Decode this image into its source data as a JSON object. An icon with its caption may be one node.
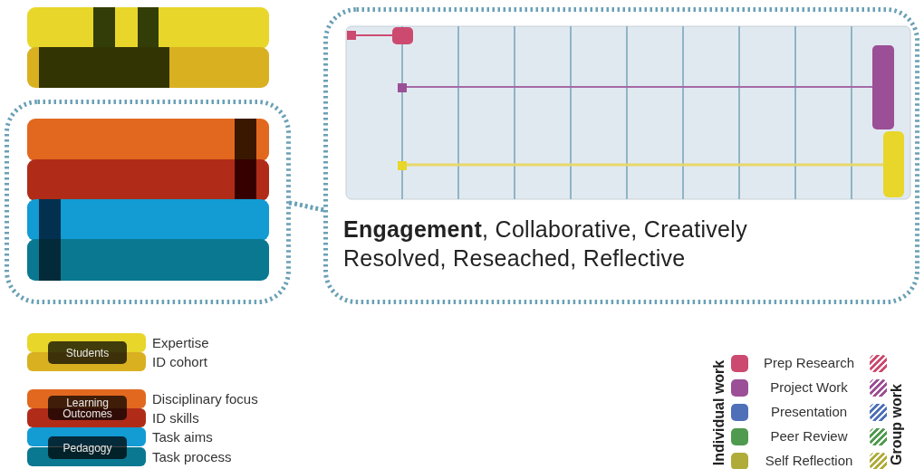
{
  "diagram": {
    "nodes": [
      {
        "text": [],
        "shape": "box"
      },
      {
        "text": [
          "**Engagement**, Collaborative, Creatively Resolved, Reseached, Reflective"
        ]
      }
    ],
    "edges": [
      {
        "from": 0,
        "to": 1,
        "arrow": "none",
        "style": "dashed"
      }
    ],
    "labels": [
      "Students",
      "Learning Outcomes",
      "Pedagogy",
      "Individual work",
      "Group work"
    ],
    "legend": [
      {
        "text": "Expertise",
        "color": "#e8d62a"
      },
      {
        "text": "ID cohort",
        "color": "#d9b020"
      },
      {
        "text": "Disciplinary focus",
        "color": "#e2681f"
      },
      {
        "text": "ID skills",
        "color": "#b02c18"
      },
      {
        "text": "Task aims",
        "color": "#139bd3"
      },
      {
        "text": "Task process",
        "color": "#0a7891"
      },
      {
        "text": "Prep Research",
        "color": "#cc4a70"
      },
      {
        "text": "Project Work",
        "color": "#9b4f96"
      },
      {
        "text": "Presentation",
        "color": "#4f70b8"
      },
      {
        "text": "Peer Review",
        "color": "#4f9a4f"
      },
      {
        "text": "Self Reflection",
        "color": "#b0ac3a"
      }
    ]
  }
}
